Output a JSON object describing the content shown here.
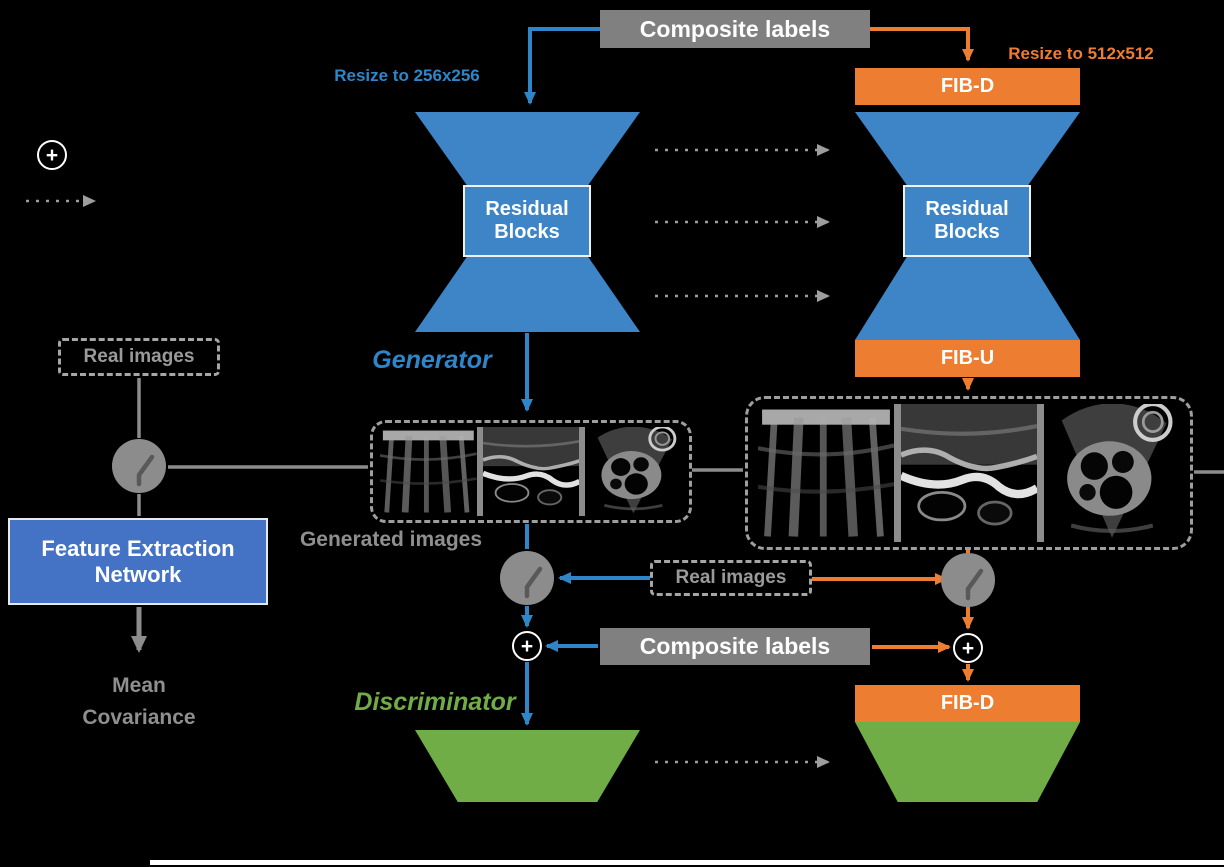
{
  "diagram": {
    "colors": {
      "blue": "#2E86C8",
      "orange": "#ED7D31",
      "green": "#70AD47",
      "gray": "#8C8C8C",
      "box_gray": "#808080",
      "feature_net_blue": "#4472C4"
    },
    "legend": {
      "plus": "+"
    },
    "top": {
      "composite_labels": "Composite labels",
      "resize_256": "Resize to 256x256",
      "resize_512": "Resize to 512x512"
    },
    "generator": {
      "label": "Generator",
      "residual_line1": "Residual",
      "residual_line2": "Blocks"
    },
    "fib": {
      "fib_d_top": "FIB-D",
      "fib_u": "FIB-U",
      "fib_d_bottom": "FIB-D"
    },
    "images": {
      "generated_label": "Generated images",
      "real_images_left": "Real images",
      "real_images_middle": "Real images"
    },
    "feature_extraction": {
      "line1": "Feature Extraction",
      "line2": "Network",
      "mean": "Mean",
      "covariance": "Covariance"
    },
    "discriminator": {
      "label": "Discriminator",
      "composite_labels": "Composite labels"
    }
  }
}
